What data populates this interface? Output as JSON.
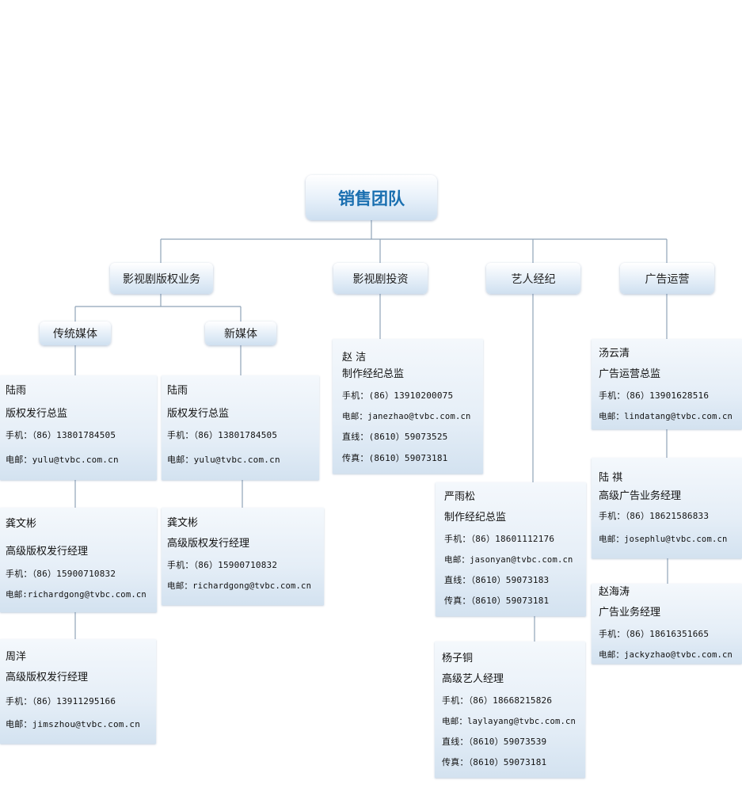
{
  "root": {
    "label": "销售团队"
  },
  "departments": {
    "film_rights": "影视剧版权业务",
    "film_invest": "影视剧投资",
    "artist": "艺人经纪",
    "ads": "广告运营"
  },
  "sub_departments": {
    "traditional": "传统媒体",
    "new_media": "新媒体"
  },
  "people": {
    "traditional_1": {
      "name": "陆雨",
      "title": "版权发行总监",
      "mobile": "手机：（86）13801784505",
      "email": "电邮：yulu@tvbc.com.cn"
    },
    "traditional_2": {
      "name": "龚文彬",
      "title": "高级版权发行经理",
      "mobile": "手机：（86）15900710832",
      "email": "电邮:richardgong@tvbc.com.cn"
    },
    "traditional_3": {
      "name": "周洋",
      "title": "高级版权发行经理",
      "mobile": "手机：（86）13911295166",
      "email": "电邮：jimszhou@tvbc.com.cn"
    },
    "new_media_1": {
      "name": "陆雨",
      "title": "版权发行总监",
      "mobile": "手机：（86）13801784505",
      "email": "电邮：yulu@tvbc.com.cn"
    },
    "new_media_2": {
      "name": "龚文彬",
      "title": "高级版权发行经理",
      "mobile": "手机：（86）15900710832",
      "email": "电邮：richardgong@tvbc.com.cn"
    },
    "invest_1": {
      "name": "赵 洁",
      "title": "制作经纪总监",
      "mobile": "手机：(86）13910200075",
      "email": "电邮：janezhao@tvbc.com.cn",
      "direct": "直线：(8610）59073525",
      "fax": "传真：(8610）59073181"
    },
    "artist_1": {
      "name": "严雨松",
      "title": "制作经纪总监",
      "mobile": "手机：（86）18601112176",
      "email": "电邮：jasonyan@tvbc.com.cn",
      "direct": "直线：（8610）59073183",
      "fax": "传真：（8610）59073181"
    },
    "artist_2": {
      "name": "杨子铜",
      "title": "高级艺人经理",
      "mobile": "手机：（86）18668215826",
      "email": "电邮：laylayang@tvbc.com.cn",
      "direct": "直线：（8610）59073539",
      "fax": "传真：（8610）59073181"
    },
    "ads_1": {
      "name": "汤云清",
      "title": "广告运营总监",
      "mobile": "手机：（86）13901628516",
      "email": "电邮：lindatang@tvbc.com.cn"
    },
    "ads_2": {
      "name": "陆 祺",
      "title": "高级广告业务经理",
      "mobile": "手机：（86）18621586833",
      "email": "电邮：josephlu@tvbc.com.cn"
    },
    "ads_3": {
      "name": "赵海涛",
      "title": "广告业务经理",
      "mobile": "手机：（86）18616351665",
      "email": "电邮：jackyzhao@tvbc.com.cn"
    }
  },
  "colors": {
    "connector": "#8fa3b8",
    "root_text": "#1a6fb0"
  }
}
